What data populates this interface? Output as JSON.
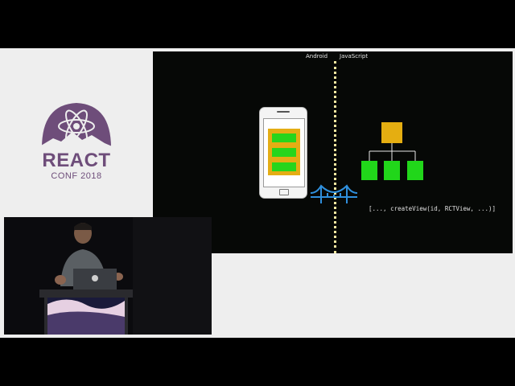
{
  "conference": {
    "title": "REACT",
    "subtitle": "CONF 2018",
    "accent_color": "#6e4d7a"
  },
  "slide": {
    "left_label": "Android",
    "right_label": "JavaScript",
    "code": "[..., createView(id, RCTView, ...)]",
    "colors": {
      "background": "#060806",
      "container": "#e4ad14",
      "view": "#27d51c",
      "bridge": "#2f8fdc",
      "divider": "#f2e7a0"
    }
  },
  "icons": {
    "logo": "react-atom-mountain-icon",
    "bridge": "bridge-icon",
    "phone": "phone-icon"
  }
}
